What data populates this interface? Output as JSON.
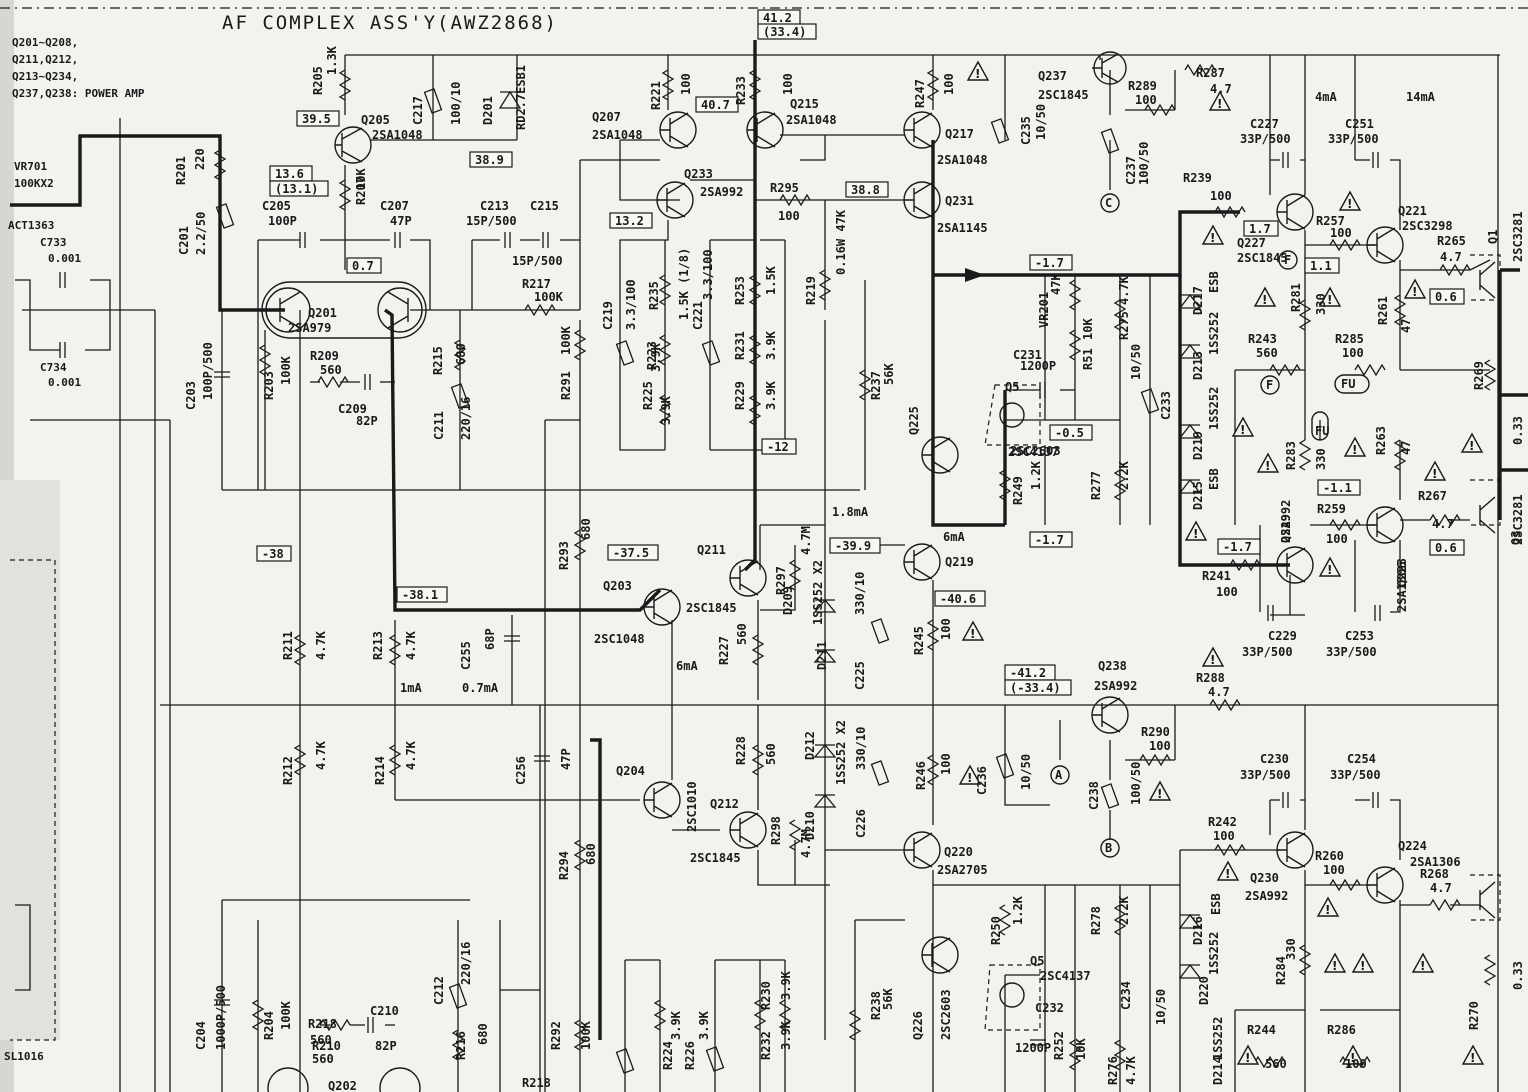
{
  "title": "AF COMPLEX ASS'Y(AWZ2868)",
  "header_notes": [
    "Q201~Q208,",
    "Q211,Q212,",
    "Q213~Q234,",
    "Q237,Q238: POWER AMP"
  ],
  "left_labels": [
    "VR701",
    "100KX2",
    "ACT1363",
    "C733",
    "0.001",
    "C734",
    "0.001",
    "SL1016"
  ],
  "voltage_boxes": [
    {
      "id": "v1",
      "text": "41.2"
    },
    {
      "id": "v1b",
      "text": "(33.4)"
    },
    {
      "id": "v2",
      "text": "39.5"
    },
    {
      "id": "v3",
      "text": "13.6"
    },
    {
      "id": "v3b",
      "text": "(13.1)"
    },
    {
      "id": "v4",
      "text": "38.9"
    },
    {
      "id": "v5",
      "text": "40.7"
    },
    {
      "id": "v6",
      "text": "38.8"
    },
    {
      "id": "v7",
      "text": "13.2"
    },
    {
      "id": "v8",
      "text": "0.7"
    },
    {
      "id": "v9",
      "text": "-1.7"
    },
    {
      "id": "v10",
      "text": "-0.5"
    },
    {
      "id": "v11",
      "text": "-12"
    },
    {
      "id": "v12",
      "text": "-38"
    },
    {
      "id": "v13",
      "text": "-37.5"
    },
    {
      "id": "v14",
      "text": "-38.1"
    },
    {
      "id": "v15",
      "text": "-39.9"
    },
    {
      "id": "v16",
      "text": "-40.6"
    },
    {
      "id": "v17",
      "text": "-1.7"
    },
    {
      "id": "v18",
      "text": "-1.7"
    },
    {
      "id": "v19",
      "text": "-1.1"
    },
    {
      "id": "v20",
      "text": "1.7"
    },
    {
      "id": "v21",
      "text": "1.1"
    },
    {
      "id": "v22",
      "text": "0.6"
    },
    {
      "id": "v23",
      "text": "0.6"
    },
    {
      "id": "v24",
      "text": "-41.2"
    },
    {
      "id": "v24b",
      "text": "(-33.4)"
    },
    {
      "id": "v25",
      "text": "-12"
    }
  ],
  "transistors": [
    {
      "id": "Q205",
      "name": "Q205",
      "type": "2SA1048"
    },
    {
      "id": "Q201",
      "name": "Q201",
      "type": "2SA979"
    },
    {
      "id": "Q207",
      "name": "Q207",
      "type": "2SA1048"
    },
    {
      "id": "Q233",
      "name": "Q233",
      "type": "2SA992"
    },
    {
      "id": "Q215",
      "name": "Q215",
      "type": "2SA1048"
    },
    {
      "id": "Q217",
      "name": "Q217",
      "type": "2SA1048"
    },
    {
      "id": "Q231",
      "name": "Q231",
      "type": "2SA1145"
    },
    {
      "id": "Q237",
      "name": "Q237",
      "type": "2SC1845"
    },
    {
      "id": "Q227",
      "name": "Q227",
      "type": "2SC1845"
    },
    {
      "id": "Q221",
      "name": "Q221",
      "type": "2SC3298"
    },
    {
      "id": "Q225",
      "name": "Q225",
      "type": "2SC2603"
    },
    {
      "id": "Q5",
      "name": "Q5",
      "type": "2SC4137"
    },
    {
      "id": "Q229",
      "name": "Q229",
      "type": "2SA992"
    },
    {
      "id": "Q223",
      "name": "Q223",
      "type": "2SA1306"
    },
    {
      "id": "Q203",
      "name": "Q203",
      "type": "2SC1048"
    },
    {
      "id": "Q211",
      "name": "Q211",
      "type": "2SC1845"
    },
    {
      "id": "Q219",
      "name": "Q219",
      "type": ""
    },
    {
      "id": "Q238",
      "name": "Q238",
      "type": "2SA992"
    },
    {
      "id": "Q204",
      "name": "Q204",
      "type": "2SC1010"
    },
    {
      "id": "Q212",
      "name": "Q212",
      "type": "2SC1845"
    },
    {
      "id": "Q220",
      "name": "Q220",
      "type": "2SA2705"
    },
    {
      "id": "Q230",
      "name": "Q230",
      "type": "2SA992"
    },
    {
      "id": "Q224",
      "name": "Q224",
      "type": "2SA1306"
    },
    {
      "id": "Q226",
      "name": "Q226",
      "type": "2SC2603"
    },
    {
      "id": "Q5b",
      "name": "Q5",
      "type": "2SC4137"
    },
    {
      "id": "Q202",
      "name": "Q202",
      "type": ""
    },
    {
      "id": "Q1",
      "name": "Q1",
      "type": "2SC3281"
    },
    {
      "id": "Q3",
      "name": "Q3",
      "type": "2SC3281"
    }
  ],
  "components": [
    {
      "id": "R205",
      "name": "R205",
      "value": "1.3K"
    },
    {
      "id": "C217",
      "name": "C217",
      "value": "100/10"
    },
    {
      "id": "D201",
      "name": "D201",
      "value": "RD2.7ESB1"
    },
    {
      "id": "R221",
      "name": "R221",
      "value": "100"
    },
    {
      "id": "R233",
      "name": "R233",
      "value": "100"
    },
    {
      "id": "R247",
      "name": "R247",
      "value": "100"
    },
    {
      "id": "C235",
      "name": "C235",
      "value": "10/50"
    },
    {
      "id": "R289",
      "name": "R289",
      "value": "100"
    },
    {
      "id": "R287",
      "name": "R287",
      "value": "4.7"
    },
    {
      "id": "C237",
      "name": "C237",
      "value": "100/50"
    },
    {
      "id": "C227",
      "name": "C227",
      "value": "33P/500"
    },
    {
      "id": "C251",
      "name": "C251",
      "value": "33P/500"
    },
    {
      "id": "R201",
      "name": "R201",
      "value": "220"
    },
    {
      "id": "C201",
      "name": "C201",
      "value": "2.2/50"
    },
    {
      "id": "R207",
      "name": "R207",
      "value": "10K"
    },
    {
      "id": "C205",
      "name": "C205",
      "value": "100P"
    },
    {
      "id": "C207",
      "name": "C207",
      "value": "47P"
    },
    {
      "id": "C213",
      "name": "C213",
      "value": "15P/500"
    },
    {
      "id": "C215",
      "name": "C215",
      "value": "15P/500"
    },
    {
      "id": "R295",
      "name": "R295",
      "value": "100"
    },
    {
      "id": "R239",
      "name": "R239",
      "value": "100"
    },
    {
      "id": "R257",
      "name": "R257",
      "value": "100"
    },
    {
      "id": "R265",
      "name": "R265",
      "value": "4.7"
    },
    {
      "id": "R217",
      "name": "R217",
      "value": "100K"
    },
    {
      "id": "C219",
      "name": "C219",
      "value": "3.3/100"
    },
    {
      "id": "R235",
      "name": "R235",
      "value": "1.5K (1/8)"
    },
    {
      "id": "C221",
      "name": "C221",
      "value": "3.3/100"
    },
    {
      "id": "R253",
      "name": "R253",
      "value": "1.5K"
    },
    {
      "id": "R219",
      "name": "R219",
      "value": "0.16W 47K"
    },
    {
      "id": "VR201",
      "name": "VR201",
      "value": "47K"
    },
    {
      "id": "R275",
      "name": "R275",
      "value": "4.7K"
    },
    {
      "id": "D217",
      "name": "D217",
      "value": "ESB"
    },
    {
      "id": "R281",
      "name": "R281",
      "value": "330"
    },
    {
      "id": "R261",
      "name": "R261",
      "value": "47"
    },
    {
      "id": "C203",
      "name": "C203",
      "value": "100P/500"
    },
    {
      "id": "R203",
      "name": "R203",
      "value": "100K"
    },
    {
      "id": "R209",
      "name": "R209",
      "value": "560"
    },
    {
      "id": "C209",
      "name": "C209",
      "value": "82P"
    },
    {
      "id": "R215",
      "name": "R215",
      "value": "680"
    },
    {
      "id": "C211",
      "name": "C211",
      "value": "220/16"
    },
    {
      "id": "R291",
      "name": "R291",
      "value": "100K"
    },
    {
      "id": "R223",
      "name": "R223",
      "value": "3.9K"
    },
    {
      "id": "R225",
      "name": "R225",
      "value": "3.9K"
    },
    {
      "id": "R231",
      "name": "R231",
      "value": "3.9K"
    },
    {
      "id": "R229",
      "name": "R229",
      "value": "3.9K"
    },
    {
      "id": "R237",
      "name": "R237",
      "value": "56K"
    },
    {
      "id": "C231",
      "name": "C231",
      "value": "1200P"
    },
    {
      "id": "R51",
      "name": "R51",
      "value": "10K"
    },
    {
      "id": "C233",
      "name": "C233",
      "value": "10/50"
    },
    {
      "id": "D213",
      "name": "D213",
      "value": "1SS252"
    },
    {
      "id": "D219",
      "name": "D219",
      "value": "1SS252"
    },
    {
      "id": "D215",
      "name": "D215",
      "value": "ESB"
    },
    {
      "id": "R243",
      "name": "R243",
      "value": "560"
    },
    {
      "id": "R285",
      "name": "R285",
      "value": "100"
    },
    {
      "id": "R269",
      "name": "R269",
      "value": ""
    },
    {
      "id": "R283",
      "name": "R283",
      "value": "330"
    },
    {
      "id": "R263",
      "name": "R263",
      "value": "47"
    },
    {
      "id": "R249",
      "name": "R249",
      "value": "1.2K"
    },
    {
      "id": "R277",
      "name": "R277",
      "value": "2.2K"
    },
    {
      "id": "R259",
      "name": "R259",
      "value": "100"
    },
    {
      "id": "R267",
      "name": "R267",
      "value": "4.7"
    },
    {
      "id": "R241",
      "name": "R241",
      "value": "100"
    },
    {
      "id": "R293",
      "name": "R293",
      "value": "680"
    },
    {
      "id": "R297",
      "name": "R297",
      "value": "4.7M"
    },
    {
      "id": "D209",
      "name": "D209",
      "value": "1SS252 X2"
    },
    {
      "id": "D211",
      "name": "D211",
      "value": ""
    },
    {
      "id": "C225",
      "name": "C225",
      "value": "330/10"
    },
    {
      "id": "R245",
      "name": "R245",
      "value": "100"
    },
    {
      "id": "C229",
      "name": "C229",
      "value": "33P/500"
    },
    {
      "id": "C253",
      "name": "C253",
      "value": "33P/500"
    },
    {
      "id": "R211",
      "name": "R211",
      "value": "4.7K"
    },
    {
      "id": "R213",
      "name": "R213",
      "value": "4.7K"
    },
    {
      "id": "C255",
      "name": "C255",
      "value": "68P"
    },
    {
      "id": "R227",
      "name": "R227",
      "value": "560"
    },
    {
      "id": "R288",
      "name": "R288",
      "value": "4.7"
    },
    {
      "id": "R212",
      "name": "R212",
      "value": "4.7K"
    },
    {
      "id": "R214",
      "name": "R214",
      "value": "4.7K"
    },
    {
      "id": "C256",
      "name": "C256",
      "value": "47P"
    },
    {
      "id": "R228",
      "name": "R228",
      "value": "560"
    },
    {
      "id": "D212",
      "name": "D212",
      "value": "1SS252 X2"
    },
    {
      "id": "D210",
      "name": "D210",
      "value": ""
    },
    {
      "id": "C226",
      "name": "C226",
      "value": "330/10"
    },
    {
      "id": "R246",
      "name": "R246",
      "value": "100"
    },
    {
      "id": "C236",
      "name": "C236",
      "value": "10/50"
    },
    {
      "id": "R290",
      "name": "R290",
      "value": "100"
    },
    {
      "id": "C238",
      "name": "C238",
      "value": "100/50"
    },
    {
      "id": "C230",
      "name": "C230",
      "value": "33P/500"
    },
    {
      "id": "C254",
      "name": "C254",
      "value": "33P/500"
    },
    {
      "id": "R298",
      "name": "R298",
      "value": "4.7M"
    },
    {
      "id": "R294",
      "name": "R294",
      "value": "680"
    },
    {
      "id": "R242",
      "name": "R242",
      "value": "100"
    },
    {
      "id": "R260",
      "name": "R260",
      "value": "100"
    },
    {
      "id": "R268",
      "name": "R268",
      "value": "4.7"
    },
    {
      "id": "R250",
      "name": "R250",
      "value": "1.2K"
    },
    {
      "id": "R278",
      "name": "R278",
      "value": "2.2K"
    },
    {
      "id": "D216",
      "name": "D216",
      "value": "ESB"
    },
    {
      "id": "D220",
      "name": "D220",
      "value": "1SS252"
    },
    {
      "id": "R284",
      "name": "R284",
      "value": "330"
    },
    {
      "id": "R270",
      "name": "R270",
      "value": ""
    },
    {
      "id": "C204",
      "name": "C204",
      "value": "1000P/500"
    },
    {
      "id": "R204",
      "name": "R204",
      "value": "100K"
    },
    {
      "id": "R210",
      "name": "R210",
      "value": "560"
    },
    {
      "id": "C210",
      "name": "C210",
      "value": "82P"
    },
    {
      "id": "C212",
      "name": "C212",
      "value": "220/16"
    },
    {
      "id": "R216",
      "name": "R216",
      "value": "680"
    },
    {
      "id": "R292",
      "name": "R292",
      "value": "100K"
    },
    {
      "id": "R224",
      "name": "R224",
      "value": "3.9K"
    },
    {
      "id": "R226",
      "name": "R226",
      "value": "3.9K"
    },
    {
      "id": "R232",
      "name": "R232",
      "value": "3.9K"
    },
    {
      "id": "R230",
      "name": "R230",
      "value": "3.9K"
    },
    {
      "id": "R238",
      "name": "R238",
      "value": "56K"
    },
    {
      "id": "C232",
      "name": "C232",
      "value": "1200P"
    },
    {
      "id": "R252",
      "name": "R252",
      "value": "10K"
    },
    {
      "id": "R276",
      "name": "R276",
      "value": "4.7K"
    },
    {
      "id": "C234",
      "name": "C234",
      "value": "10/50"
    },
    {
      "id": "D214",
      "name": "D214",
      "value": "1SS252"
    },
    {
      "id": "R244",
      "name": "R244",
      "value": "560"
    },
    {
      "id": "R286",
      "name": "R286",
      "value": "100"
    },
    {
      "id": "R218",
      "name": "R218",
      "value": "560"
    },
    {
      "id": "R218b",
      "name": "R218",
      "value": ""
    }
  ],
  "currents": [
    "4mA",
    "14mA",
    "1.8mA",
    "6mA",
    "6mA",
    "1mA",
    "0.7mA"
  ],
  "connectors": [
    "C",
    "A",
    "B",
    "F",
    "F",
    "FU",
    "FU"
  ],
  "right_edge_labels": [
    "0.33",
    "0.33"
  ]
}
